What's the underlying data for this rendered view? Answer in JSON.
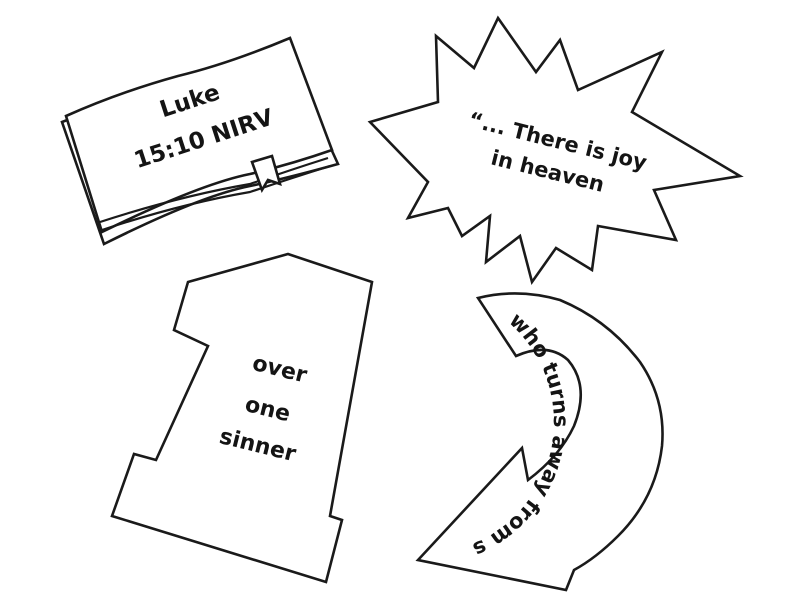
{
  "colors": {
    "ink": "#1a1a1a",
    "paper": "#ffffff"
  },
  "book": {
    "icon": "open-book-icon",
    "line1": "Luke",
    "line2": "15:10 NIRV"
  },
  "burst": {
    "icon": "starburst-icon",
    "line1": "“... There is joy",
    "line2": "in heaven"
  },
  "one": {
    "icon": "number-one-shape",
    "line1": "over",
    "line2": "one",
    "line3": "sinner"
  },
  "arrow": {
    "icon": "curved-arrow-icon",
    "text": "who turns away from sin.”"
  }
}
